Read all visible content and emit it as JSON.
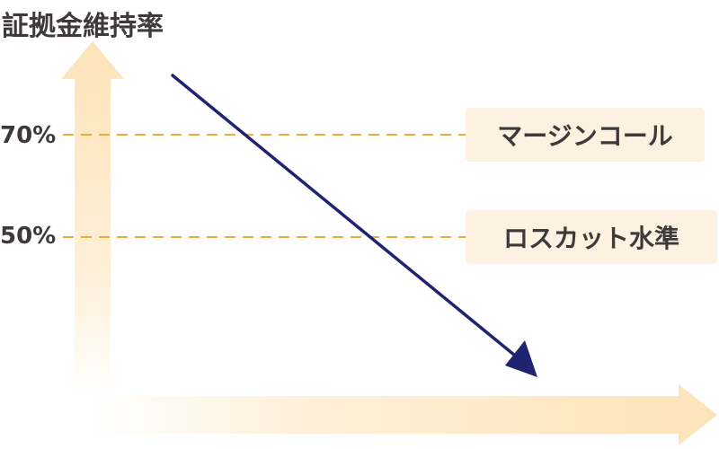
{
  "diagram": {
    "title": "証拠金維持率",
    "ticks": {
      "t70": "70%",
      "t50": "50%"
    },
    "badges": {
      "margin_call": "マージンコール",
      "loss_cut": "ロスカット水準"
    },
    "colors": {
      "axis": "#fde3b8",
      "dashed_line": "#f0a93a",
      "trend_arrow": "#1f2370",
      "badge_bg": "#fdf1e2",
      "text": "#3e3a39"
    }
  }
}
